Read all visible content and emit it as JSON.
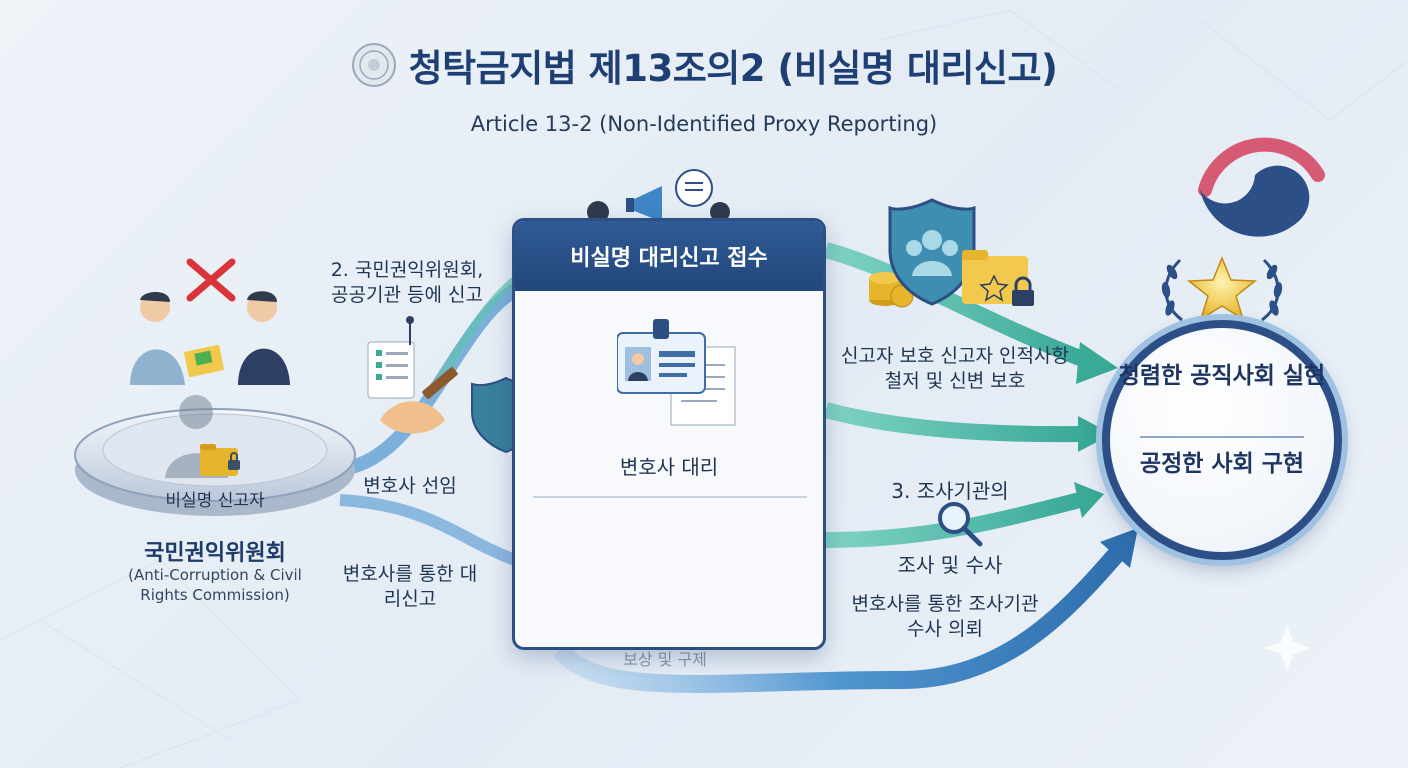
{
  "header": {
    "title": "청탁금지법 제13조의2 (비실명 대리신고)",
    "subtitle": "Article 13-2 (Non-Identified Proxy Reporting)"
  },
  "left": {
    "reporter_label": "비실명 신고자",
    "commission_name": "국민권익위원회",
    "commission_en": "(Anti-Corruption & Civil Rights Commission)"
  },
  "steps": {
    "report_to": "2. 국민권익위원회, 공공기관 등에 신고",
    "hire_lawyer": "변호사 선임",
    "proxy_report": "변호사를 통한 대리신고"
  },
  "center": {
    "header": "비실명 대리신고 접수",
    "card_label": "변호사 대리",
    "under_label": "보상 및 구제"
  },
  "right": {
    "protection": "신고자 보호 신고자 인적사항 철저 및 신변 보호",
    "investigation_title": "3. 조사기관의",
    "investigation_main": "조사 및 수사",
    "investigation_request": "변호사를 통한 조사기관 수사 의뢰"
  },
  "goal": {
    "line1": "청렴한 공직사회 실현",
    "line2": "공정한 사회 구현"
  },
  "colors": {
    "navy": "#1e3f74",
    "flow_blue": "#3f86c7",
    "flow_teal": "#42b8a6",
    "gold": "#e7b52c",
    "red_x": "#d8343a"
  }
}
